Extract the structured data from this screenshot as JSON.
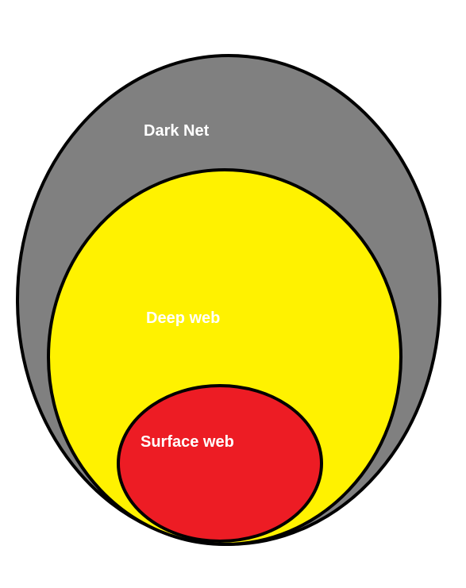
{
  "diagram": {
    "layers": [
      {
        "id": "dark-net",
        "label": "Dark Net",
        "fill": "#808080"
      },
      {
        "id": "deep-web",
        "label": "Deep web",
        "fill": "#fff200"
      },
      {
        "id": "surface-web",
        "label": "Surface web",
        "fill": "#ed1c24"
      }
    ],
    "outline_color": "#000000",
    "text_color": "#ffffff"
  }
}
